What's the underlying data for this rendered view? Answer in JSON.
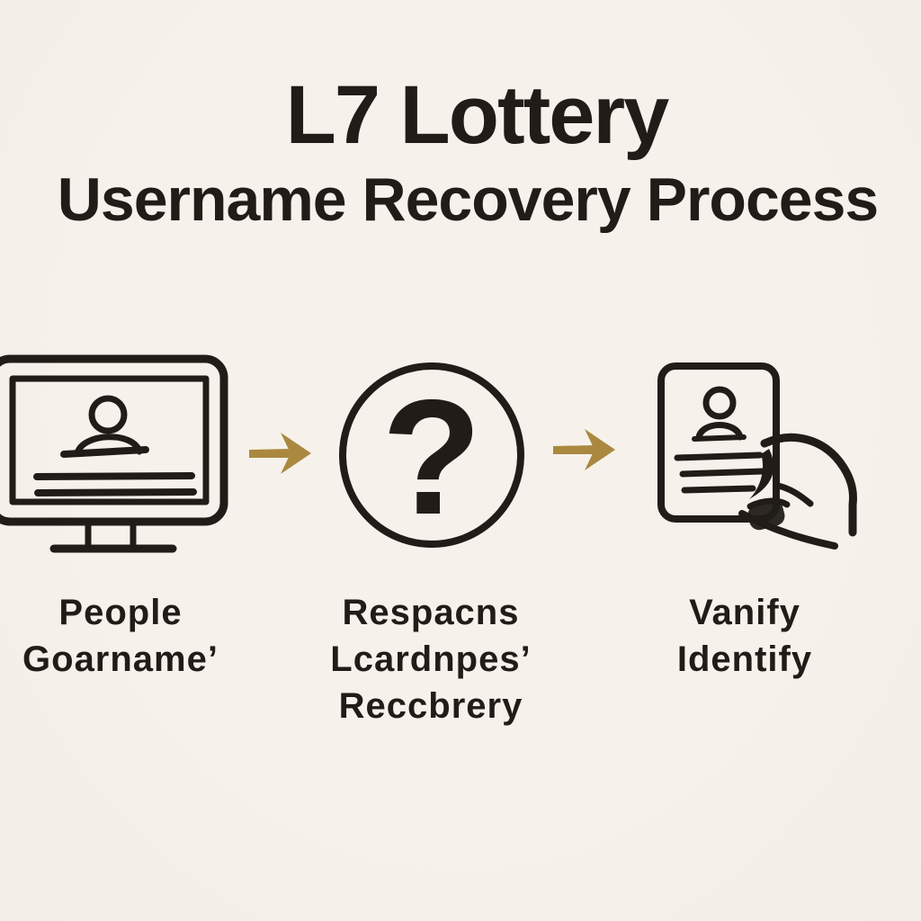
{
  "header": {
    "title": "L7 Lottery",
    "subtitle": "Username Recovery Process"
  },
  "steps": [
    {
      "icon": "monitor-user-icon",
      "label_lines": [
        "People",
        "Goarname’"
      ]
    },
    {
      "icon": "question-mark-circle-icon",
      "glyph": "?",
      "label_lines": [
        "Respacns",
        "Lcardnpes’",
        "Reccbrery"
      ]
    },
    {
      "icon": "id-card-in-hand-icon",
      "label_lines": [
        "Vanify",
        "Identify"
      ]
    }
  ],
  "arrows": [
    {
      "icon": "right-arrow-icon"
    },
    {
      "icon": "right-arrow-icon"
    }
  ],
  "colors": {
    "background": "#f5f1ea",
    "ink": "#211c17",
    "arrow_gold": "#ab8840"
  }
}
